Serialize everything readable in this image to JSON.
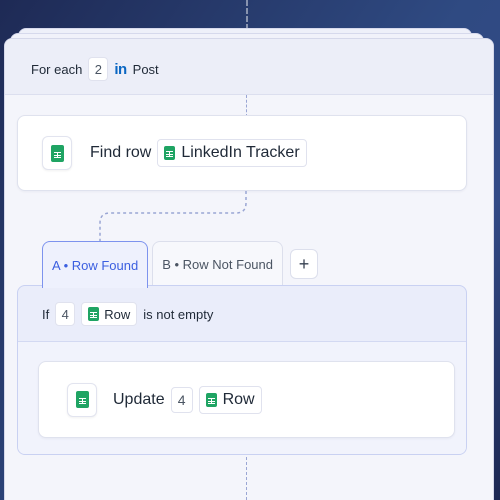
{
  "foreach": {
    "label": "For each",
    "step_number": "2",
    "app_icon": "linkedin-icon",
    "app_text": "in",
    "item": "Post"
  },
  "find_step": {
    "icon": "google-sheets-icon",
    "action": "Find row",
    "resource_icon": "google-sheets-icon",
    "resource": "LinkedIn Tracker"
  },
  "branches": {
    "tabs": [
      {
        "label": "A • Row Found",
        "active": true
      },
      {
        "label": "B • Row Not Found",
        "active": false
      }
    ],
    "add_label": "+"
  },
  "condition": {
    "prefix": "If",
    "step_number": "4",
    "resource_icon": "google-sheets-icon",
    "field": "Row",
    "suffix": "is not empty"
  },
  "update_step": {
    "icon": "google-sheets-icon",
    "action": "Update",
    "step_number": "4",
    "resource_icon": "google-sheets-icon",
    "resource": "Row"
  },
  "colors": {
    "accent": "#3b5fe0",
    "sheets_green": "#1fa463",
    "linkedin_blue": "#0a66c2"
  }
}
